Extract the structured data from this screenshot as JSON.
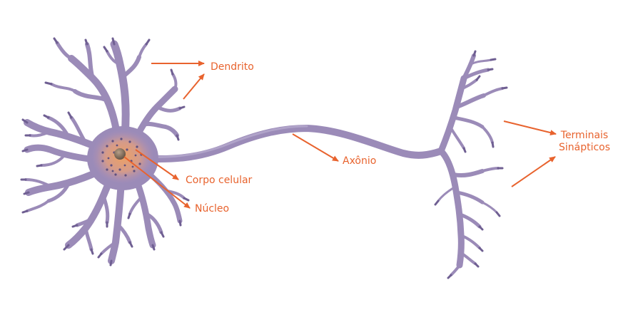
{
  "colors": {
    "neuron": "#9b8bb8",
    "neuron_dark": "#6f5f92",
    "soma_glow": "#f0a060",
    "nucleus": "#7a6a58",
    "arrow": "#e8632e",
    "label": "#e8632e"
  },
  "labels": {
    "dendrite": "Dendrito",
    "cell_body": "Corpo celular",
    "nucleus": "Núcleo",
    "axon": "Axônio",
    "terminals_line1": "Terminais",
    "terminals_line2": "Sinápticos"
  }
}
